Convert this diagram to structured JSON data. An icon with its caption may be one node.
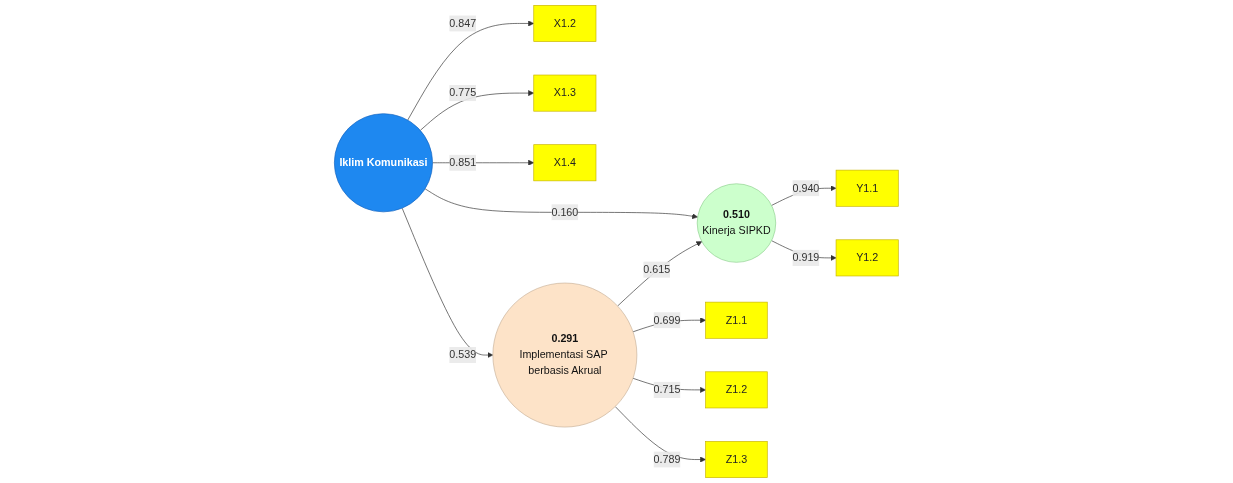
{
  "diagram": {
    "nodes": [
      {
        "text": [
          "X1.2"
        ]
      },
      {
        "text": [
          "X1.3"
        ]
      },
      {
        "text": [
          "X1.4"
        ]
      },
      {
        "text": [
          "Iklim Komunikasi"
        ]
      },
      {
        "text": [
          "0.510",
          "Kinerja SIPKD"
        ]
      },
      {
        "text": [
          "Y1.1"
        ]
      },
      {
        "text": [
          "Y1.2"
        ]
      },
      {
        "text": [
          "0.291",
          "Implementasi SAP berbasis Akrual"
        ]
      },
      {
        "text": [
          "Z1.1"
        ]
      },
      {
        "text": [
          "Z1.2"
        ]
      },
      {
        "text": [
          "Z1.3"
        ]
      }
    ],
    "edges": [
      {
        "from": 3,
        "to": 0,
        "arrow": "to",
        "label": "0.847"
      },
      {
        "from": 3,
        "to": 1,
        "arrow": "to",
        "label": "0.775"
      },
      {
        "from": 3,
        "to": 2,
        "arrow": "to",
        "label": "0.851"
      },
      {
        "from": 3,
        "to": 4,
        "arrow": "to",
        "label": "0.160"
      },
      {
        "from": 3,
        "to": 7,
        "arrow": "to",
        "label": "0.539"
      },
      {
        "from": 7,
        "to": 4,
        "arrow": "to",
        "label": "0.615"
      },
      {
        "from": 4,
        "to": 5,
        "arrow": "to",
        "label": "0.940"
      },
      {
        "from": 4,
        "to": 6,
        "arrow": "to",
        "label": "0.919"
      },
      {
        "from": 7,
        "to": 8,
        "arrow": "to",
        "label": "0.699"
      },
      {
        "from": 7,
        "to": 9,
        "arrow": "to",
        "label": "0.715"
      },
      {
        "from": 7,
        "to": 10,
        "arrow": "to",
        "label": "0.789"
      }
    ]
  }
}
